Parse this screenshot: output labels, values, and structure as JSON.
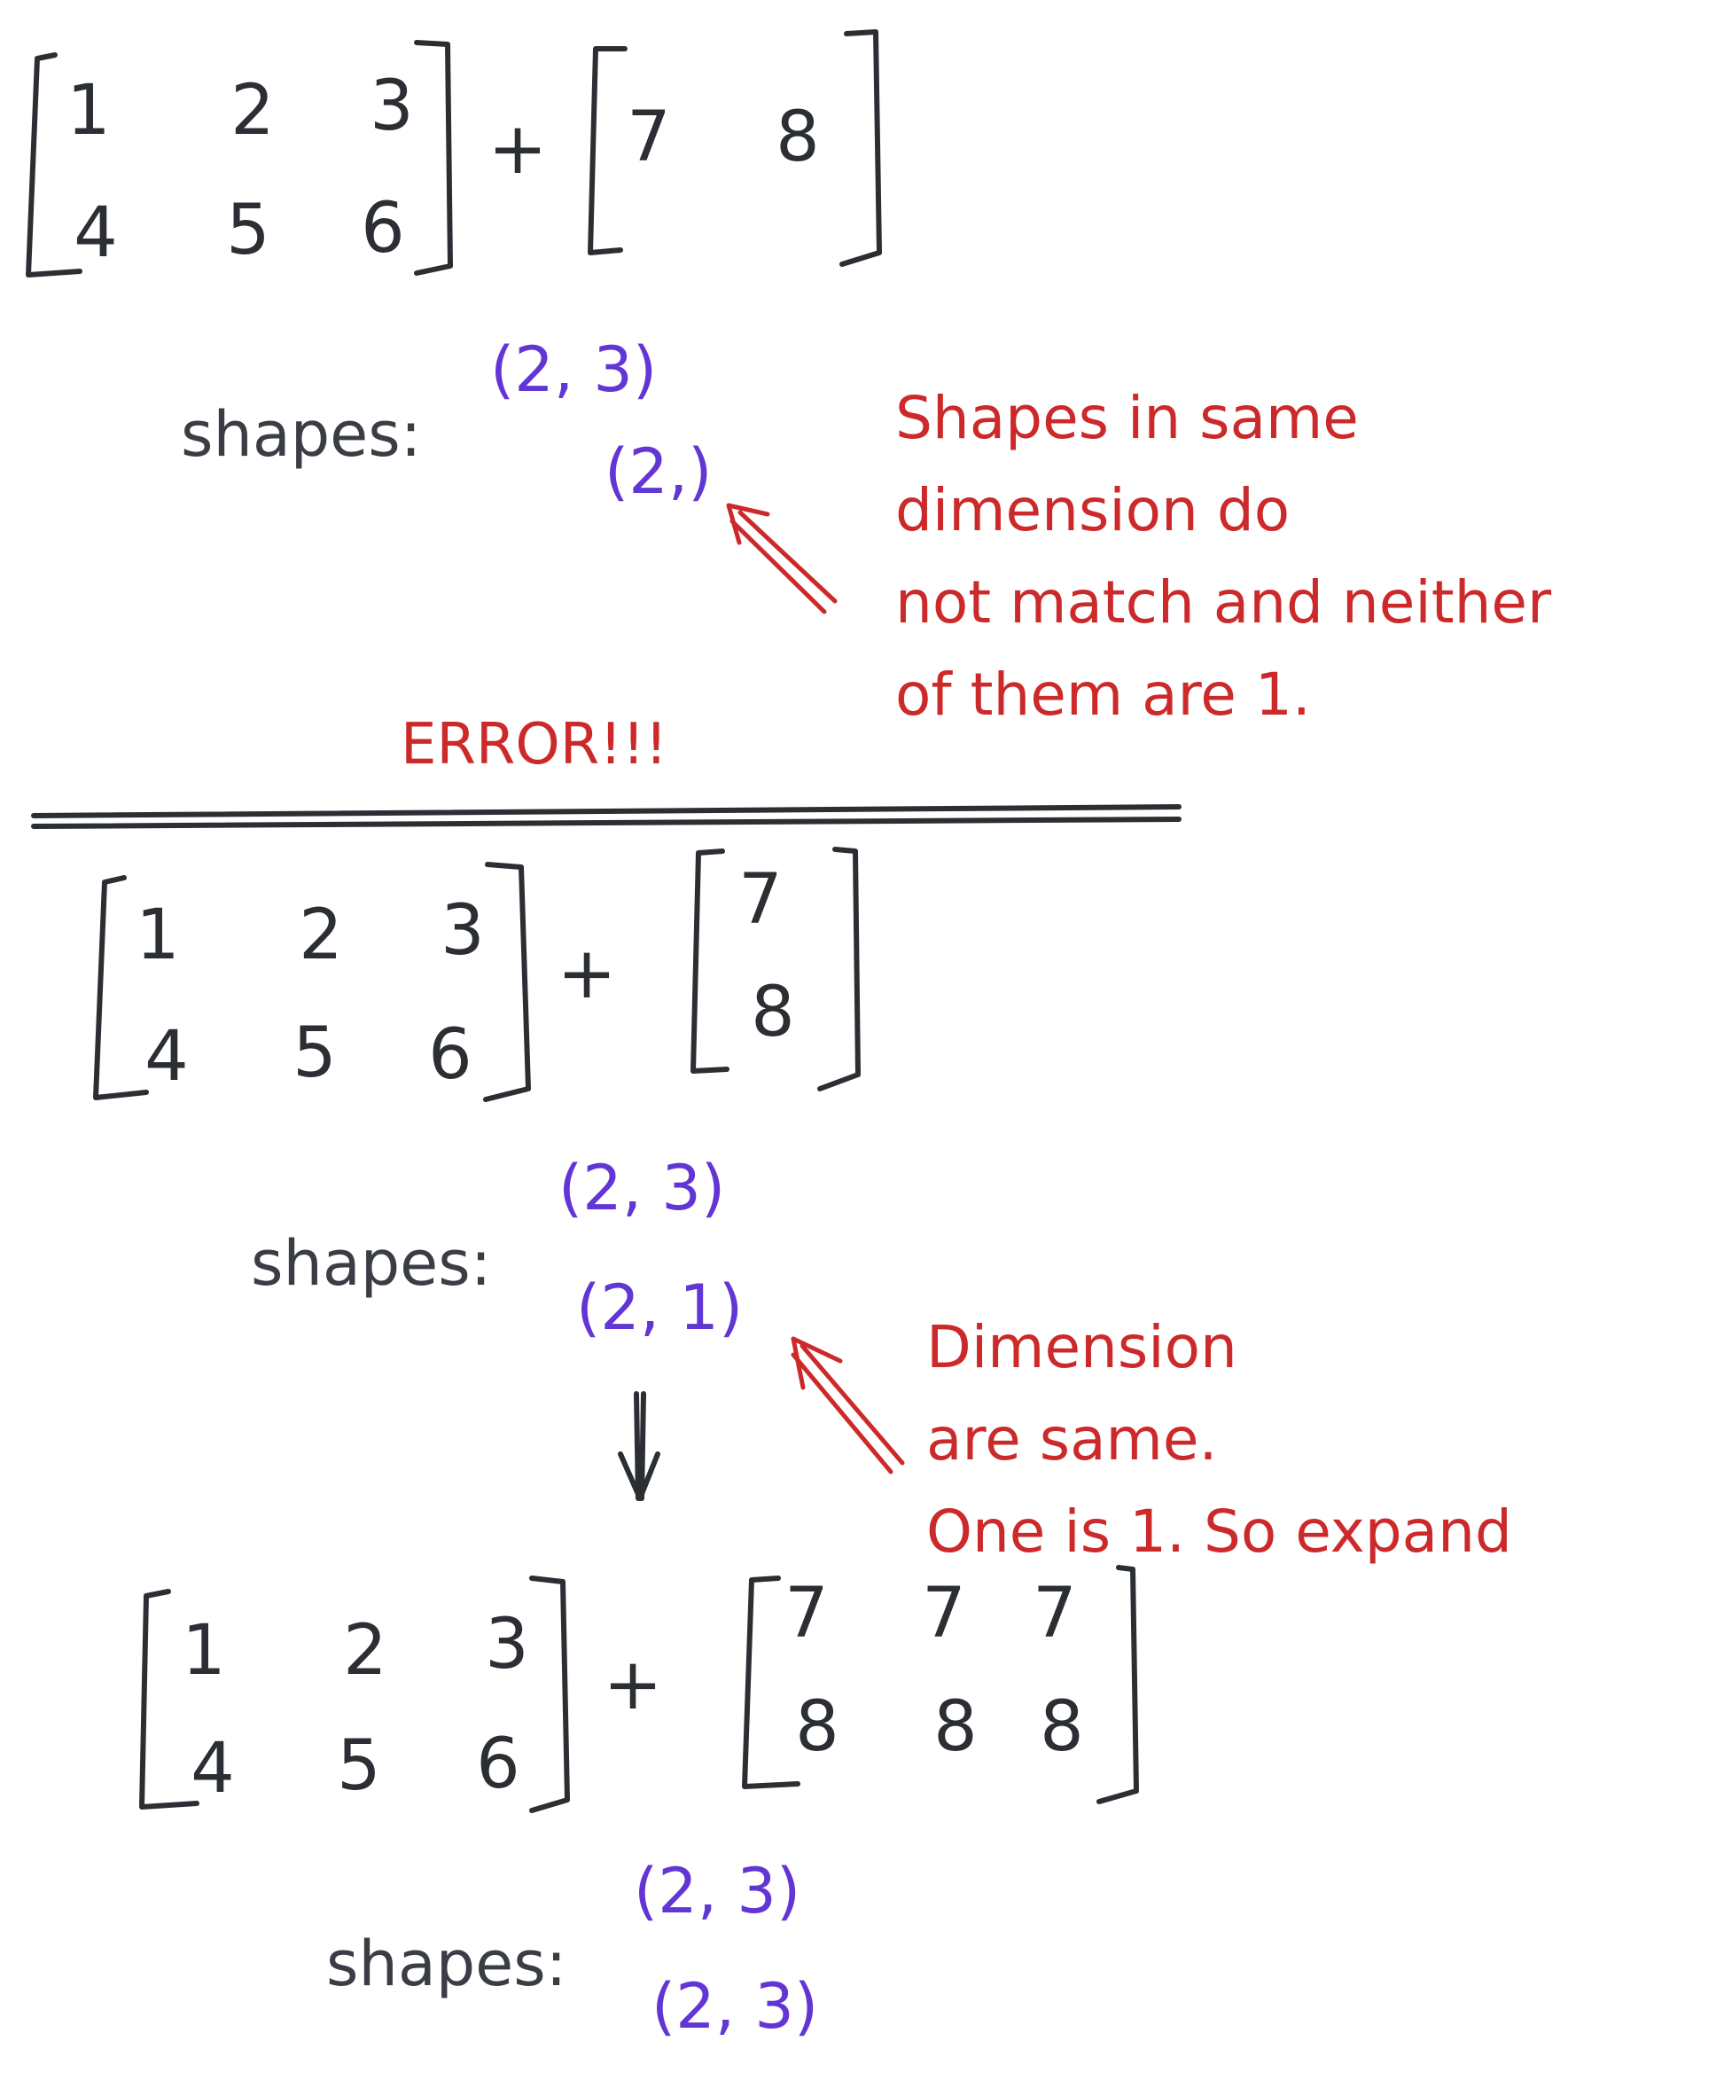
{
  "example1": {
    "left": [
      [
        "1",
        "2",
        "3"
      ],
      [
        "4",
        "5",
        "6"
      ]
    ],
    "plus": "+",
    "right": [
      [
        "7",
        "8"
      ]
    ],
    "shapes_label": "shapes:",
    "shape_a": "(2, 3)",
    "shape_b": "(2,)",
    "note": [
      "Shapes in same",
      "dimension do",
      "not match and neither",
      "of them are 1."
    ],
    "error": "ERROR!!!"
  },
  "example2": {
    "left": [
      [
        "1",
        "2",
        "3"
      ],
      [
        "4",
        "5",
        "6"
      ]
    ],
    "plus": "+",
    "right": [
      [
        "7"
      ],
      [
        "8"
      ]
    ],
    "shapes_label": "shapes:",
    "shape_a": "(2, 3)",
    "shape_b": "(2, 1)",
    "note": [
      "Dimension",
      "are same.",
      "One is 1. So expand"
    ]
  },
  "example3": {
    "left": [
      [
        "1",
        "2",
        "3"
      ],
      [
        "4",
        "5",
        "6"
      ]
    ],
    "plus": "+",
    "right": [
      [
        "7",
        "7",
        "7"
      ],
      [
        "8",
        "8",
        "8"
      ]
    ],
    "shapes_label": "shapes:",
    "shape_a": "(2, 3)",
    "shape_b": "(2, 3)"
  },
  "colors": {
    "ink": "#2b2f33",
    "shape_tuple": "#6236d4",
    "annotation": "#cc2a2a"
  }
}
